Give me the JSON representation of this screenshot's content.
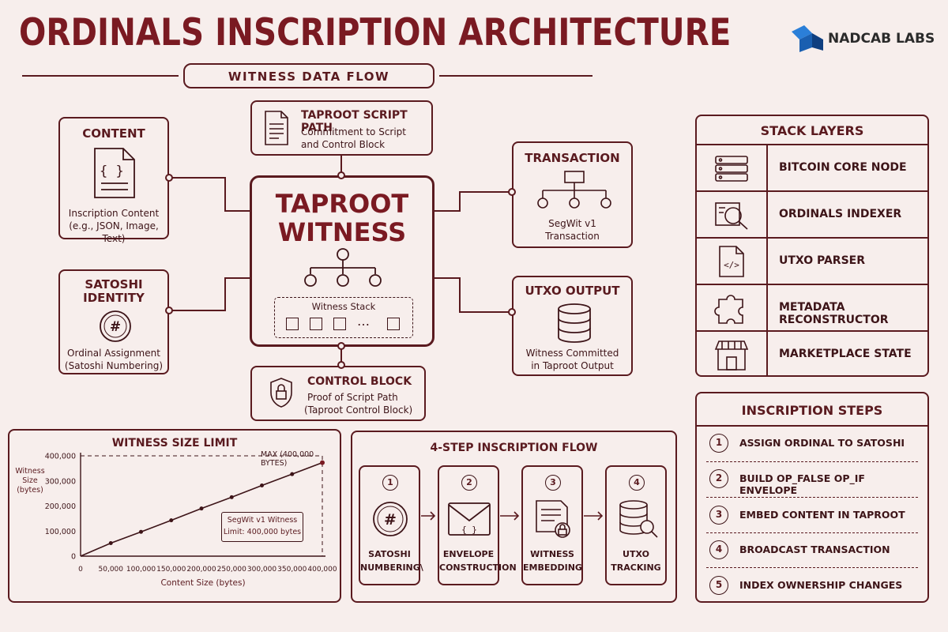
{
  "header": {
    "title": "ORDINALS INSCRIPTION ARCHITECTURE",
    "subtitle": "WITNESS DATA FLOW",
    "brand": "NADCAB LABS"
  },
  "center": {
    "title_line1": "TAPROOT",
    "title_line2": "WITNESS",
    "stack_label": "Witness Stack",
    "ellipsis": "…"
  },
  "nodes": {
    "content": {
      "title": "CONTENT",
      "line1": "Inscription Content",
      "line2": "(e.g., JSON, Image, Text)"
    },
    "script_path": {
      "title": "TAPROOT SCRIPT PATH",
      "line1": "Commitment to Script",
      "line2": "and Control Block"
    },
    "transaction": {
      "title": "TRANSACTION",
      "line1": "SegWit v1",
      "line2": "Transaction"
    },
    "satoshi": {
      "title_line1": "SATOSHI",
      "title_line2": "IDENTITY",
      "line1": "Ordinal Assignment",
      "line2": "(Satoshi Numbering)"
    },
    "utxo": {
      "title": "UTXO OUTPUT",
      "line1": "Witness Committed",
      "line2": "in Taproot Output"
    },
    "control": {
      "title": "CONTROL BLOCK",
      "line1": "Proof of Script Path",
      "line2": "(Taproot Control Block)"
    }
  },
  "stack_layers": {
    "title": "STACK LAYERS",
    "items": [
      {
        "label": "BITCOIN CORE NODE",
        "icon": "server-icon"
      },
      {
        "label": "ORDINALS INDEXER",
        "icon": "magnifier-icon"
      },
      {
        "label": "UTXO PARSER",
        "icon": "code-file-icon"
      },
      {
        "label": "METADATA RECONSTRUCTOR",
        "icon": "puzzle-icon"
      },
      {
        "label": "MARKETPLACE STATE",
        "icon": "storefront-icon"
      }
    ]
  },
  "inscription_steps": {
    "title": "INSCRIPTION STEPS",
    "items": [
      {
        "num": "1",
        "label": "ASSIGN ORDINAL TO SATOSHI"
      },
      {
        "num": "2",
        "label": "BUILD OP_FALSE OP_IF ENVELOPE"
      },
      {
        "num": "3",
        "label": "EMBED CONTENT IN TAPROOT"
      },
      {
        "num": "4",
        "label": "BROADCAST TRANSACTION"
      },
      {
        "num": "5",
        "label": "INDEX OWNERSHIP CHANGES"
      }
    ]
  },
  "flow": {
    "title": "4-STEP INSCRIPTION FLOW",
    "steps": [
      {
        "num": "1",
        "line1": "SATOSHI",
        "line2": "NUMBERING\\"
      },
      {
        "num": "2",
        "line1": "ENVELOPE",
        "line2": "CONSTRUCTION"
      },
      {
        "num": "3",
        "line1": "WITNESS",
        "line2": "EMBEDDING"
      },
      {
        "num": "4",
        "line1": "UTXO",
        "line2": "TRACKING"
      }
    ]
  },
  "chart_data": {
    "type": "line",
    "title": "WITNESS SIZE LIMIT",
    "xlabel": "Content Size (bytes)",
    "ylabel_lines": [
      "Witness",
      "Size",
      "(bytes)"
    ],
    "x_ticks": [
      "0",
      "50,000",
      "100,000",
      "150,000",
      "200,000",
      "250,000",
      "300,000",
      "350,000",
      "400,000"
    ],
    "y_ticks": [
      "0",
      "100,000",
      "200,000",
      "300,000",
      "400,000"
    ],
    "xlim": [
      0,
      400000
    ],
    "ylim": [
      0,
      400000
    ],
    "x": [
      0,
      50000,
      100000,
      150000,
      200000,
      250000,
      300000,
      350000,
      400000
    ],
    "y": [
      0,
      52000,
      97000,
      143000,
      190000,
      235000,
      282000,
      327000,
      373000
    ],
    "max_label": "MAX (400,000 BYTES)",
    "annotation_line1": "SegWit v1 Witness",
    "annotation_line2": "Limit: 400,000 bytes"
  },
  "colors": {
    "accent": "#7a1a22",
    "line": "#5a1a1f",
    "background": "#f7eeec",
    "logo_blue": "#1f6fc4"
  }
}
